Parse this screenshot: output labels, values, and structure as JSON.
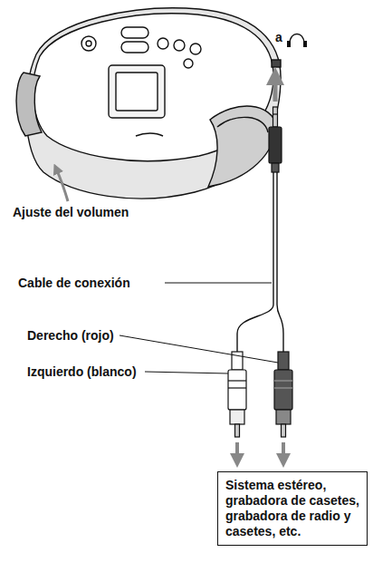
{
  "diagram": {
    "nodes": [
      {
        "text": [
          "Sistema estéreo, grabadora de casetes, grabadora de radio y casetes, etc."
        ]
      }
    ],
    "labels": [
      "a",
      "Ajuste del volumen",
      "Cable de conexión",
      "Derecho (rojo)",
      "Izquierdo (blanco)"
    ]
  }
}
